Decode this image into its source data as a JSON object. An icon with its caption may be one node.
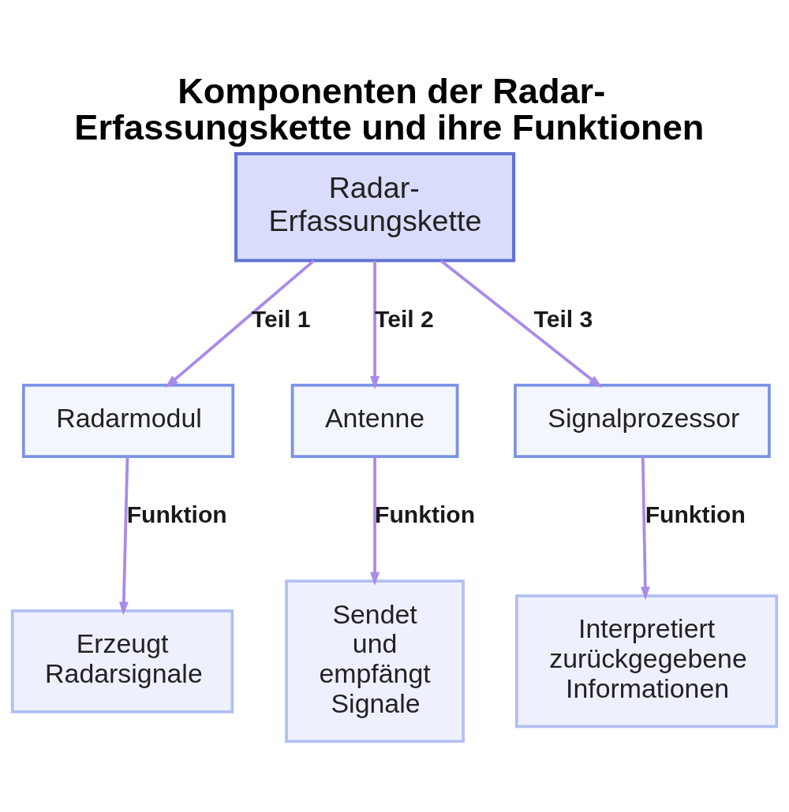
{
  "diagram": {
    "title": "Komponenten der Radar-Erfassungskette und ihre Funktionen",
    "nodes": [
      {
        "text": [
          "Radar-Erfassungskette"
        ]
      },
      {
        "text": [
          "Radarmodul"
        ]
      },
      {
        "text": [
          "Antenne"
        ]
      },
      {
        "text": [
          "Signalprozessor"
        ]
      },
      {
        "text": [
          "Erzeugt Radarsignale"
        ]
      },
      {
        "text": [
          "Sendet und empfängt Signale"
        ]
      },
      {
        "text": [
          "Interpretiert zurückgegebene Informationen"
        ]
      }
    ],
    "edges": [
      {
        "from": 0,
        "to": 1,
        "arrow": "to",
        "label": "Teil 1"
      },
      {
        "from": 0,
        "to": 2,
        "arrow": "to",
        "label": "Teil 2"
      },
      {
        "from": 0,
        "to": 3,
        "arrow": "to",
        "label": "Teil 3"
      },
      {
        "from": 1,
        "to": 4,
        "arrow": "to",
        "label": "Funktion"
      },
      {
        "from": 2,
        "to": 5,
        "arrow": "to",
        "label": "Funktion"
      },
      {
        "from": 3,
        "to": 6,
        "arrow": "to",
        "label": "Funktion"
      }
    ]
  }
}
